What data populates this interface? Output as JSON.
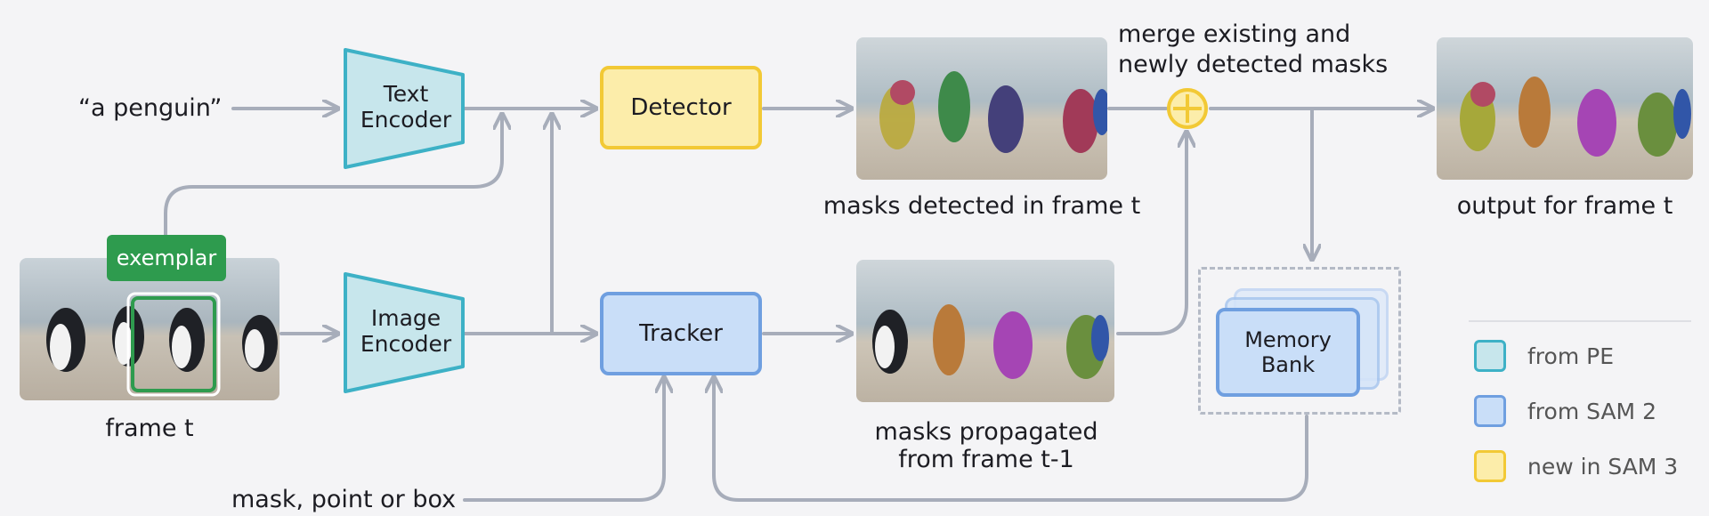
{
  "diagram": {
    "input_text": "“a penguin”",
    "exemplar_label": "exemplar",
    "frame_label": "frame t",
    "prompt_input": "mask, point or box",
    "text_encoder": "Text\nEncoder",
    "image_encoder": "Image\nEncoder",
    "detector": "Detector",
    "tracker": "Tracker",
    "memory_bank": "Memory\nBank",
    "masks_detected_caption": "masks detected in frame t",
    "masks_propagated_caption": "masks propagated\nfrom frame t-1",
    "merge_caption": "merge existing and\nnewly detected masks",
    "output_caption": "output for frame t"
  },
  "legend": [
    {
      "label": "from PE",
      "fill": "#c7e6ec",
      "border": "#3db1c6"
    },
    {
      "label": "from SAM 2",
      "fill": "#c9def8",
      "border": "#6f9fe0"
    },
    {
      "label": "new in SAM 3",
      "fill": "#fcedaa",
      "border": "#f2c935"
    }
  ],
  "colors": {
    "arrow": "#a7adba",
    "pe_fill": "#c7e6ec",
    "pe_border": "#3db1c6",
    "sam2_fill": "#c9def8",
    "sam2_border": "#6f9fe0",
    "sam3_fill": "#fcedaa",
    "sam3_border": "#f2c935",
    "exemplar_green": "#2e9b4e"
  }
}
